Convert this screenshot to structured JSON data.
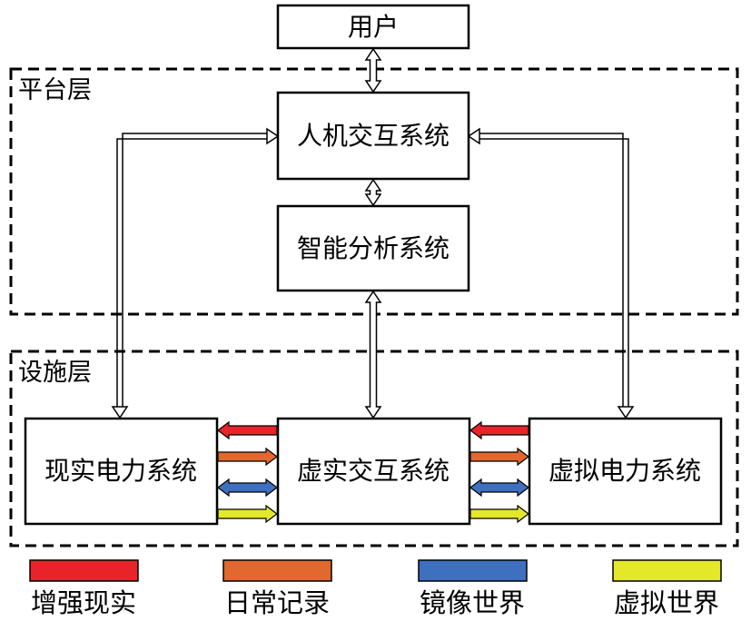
{
  "layers": {
    "platform": "平台层",
    "facility": "设施层"
  },
  "boxes": {
    "user": "用户",
    "hci": "人机交互系统",
    "analysis": "智能分析系统",
    "real_power": "现实电力系统",
    "vr_interaction": "虚实交互系统",
    "virtual_power": "虚拟电力系统"
  },
  "legend": [
    {
      "label": "增强现实",
      "color": "#e8232a"
    },
    {
      "label": "日常记录",
      "color": "#e2682f"
    },
    {
      "label": "镜像世界",
      "color": "#3f6fbf"
    },
    {
      "label": "虚拟世界",
      "color": "#e4e82a"
    }
  ]
}
